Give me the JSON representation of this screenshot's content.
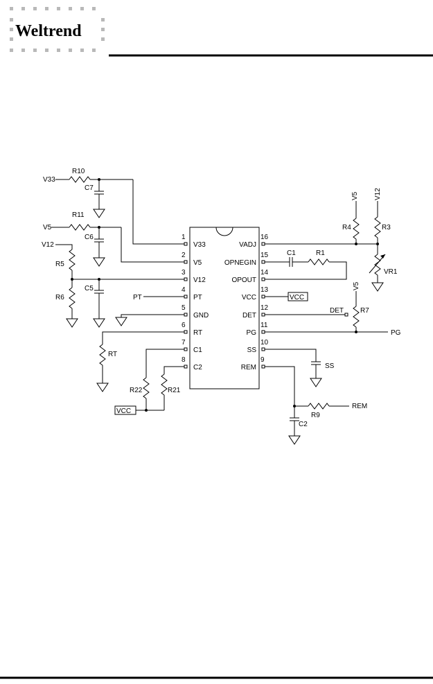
{
  "header": {
    "logo_text": "Weltrend"
  },
  "ic": {
    "left_pins": [
      {
        "num": "1",
        "name": "V33"
      },
      {
        "num": "2",
        "name": "V5"
      },
      {
        "num": "3",
        "name": "V12"
      },
      {
        "num": "4",
        "name": "PT"
      },
      {
        "num": "5",
        "name": "GND"
      },
      {
        "num": "6",
        "name": "RT"
      },
      {
        "num": "7",
        "name": "C1"
      },
      {
        "num": "8",
        "name": "C2"
      }
    ],
    "right_pins": [
      {
        "num": "16",
        "name": "VADJ"
      },
      {
        "num": "15",
        "name": "OPNEGIN"
      },
      {
        "num": "14",
        "name": "OPOUT"
      },
      {
        "num": "13",
        "name": "VCC"
      },
      {
        "num": "12",
        "name": "DET"
      },
      {
        "num": "11",
        "name": "PG"
      },
      {
        "num": "10",
        "name": "SS"
      },
      {
        "num": "9",
        "name": "REM"
      }
    ]
  },
  "labels": {
    "V33": "V33",
    "R10": "R10",
    "C7": "C7",
    "V5": "V5",
    "R11": "R11",
    "C6": "C6",
    "V12": "V12",
    "R5": "R5",
    "R6": "R6",
    "C5": "C5",
    "PT": "PT",
    "RT": "RT",
    "R22": "R22",
    "R21": "R21",
    "VCC_box_left": "VCC",
    "R4_top": "V5",
    "R3_top": "V12",
    "R4": "R4",
    "R3": "R3",
    "VR1": "VR1",
    "C1": "C1",
    "R1": "R1",
    "VCC_box_right": "VCC",
    "DET": "DET",
    "R7_top": "V5",
    "R7": "R7",
    "PG": "PG",
    "SS": "SS",
    "C2": "C2",
    "R9": "R9",
    "REM": "REM"
  }
}
